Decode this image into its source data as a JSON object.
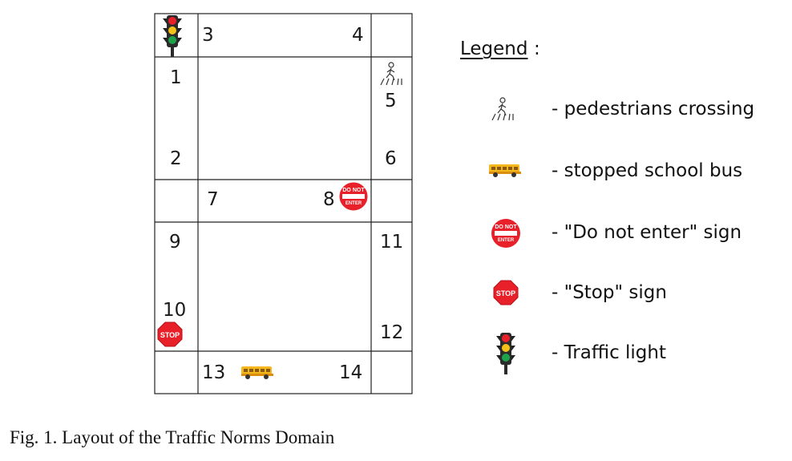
{
  "cells": {
    "c1": "1",
    "c2": "2",
    "c3": "3",
    "c4": "4",
    "c5": "5",
    "c6": "6",
    "c7": "7",
    "c8": "8",
    "c9": "9",
    "c10": "10",
    "c11": "11",
    "c12": "12",
    "c13": "13",
    "c14": "14"
  },
  "legend": {
    "title": "Legend",
    "colon": ":",
    "items": [
      {
        "icon": "pedestrian-crossing-icon",
        "label": "- pedestrians crossing"
      },
      {
        "icon": "school-bus-icon",
        "label": "- stopped school bus"
      },
      {
        "icon": "do-not-enter-icon",
        "label": "- \"Do not enter\" sign"
      },
      {
        "icon": "stop-sign-icon",
        "label": "- \"Stop\" sign"
      },
      {
        "icon": "traffic-light-icon",
        "label": "- Traffic light"
      }
    ]
  },
  "signs": {
    "do_not_enter_top": "DO NOT",
    "do_not_enter_bottom": "ENTER",
    "stop": "STOP"
  },
  "caption": "Fig. 1.  Layout of the Traffic Norms Domain",
  "colors": {
    "red": "#e8202a",
    "yellow": "#f2c21b",
    "green": "#1fa34a",
    "bus_yellow": "#f5b81c",
    "line": "#222222"
  }
}
